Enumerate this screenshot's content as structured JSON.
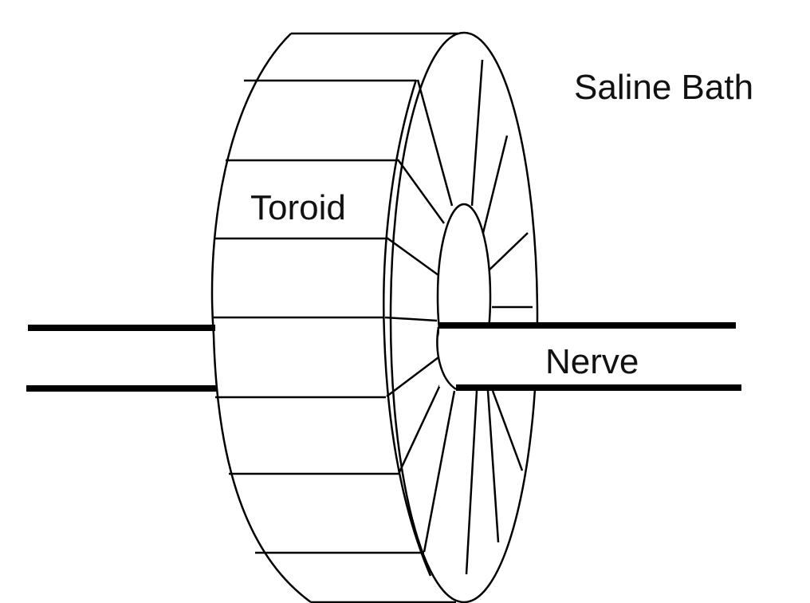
{
  "labels": {
    "toroid": "Toroid",
    "nerve": "Nerve",
    "saline_bath": "Saline Bath"
  },
  "colors": {
    "line": "#000000",
    "background": "#ffffff",
    "text": "#111111"
  }
}
